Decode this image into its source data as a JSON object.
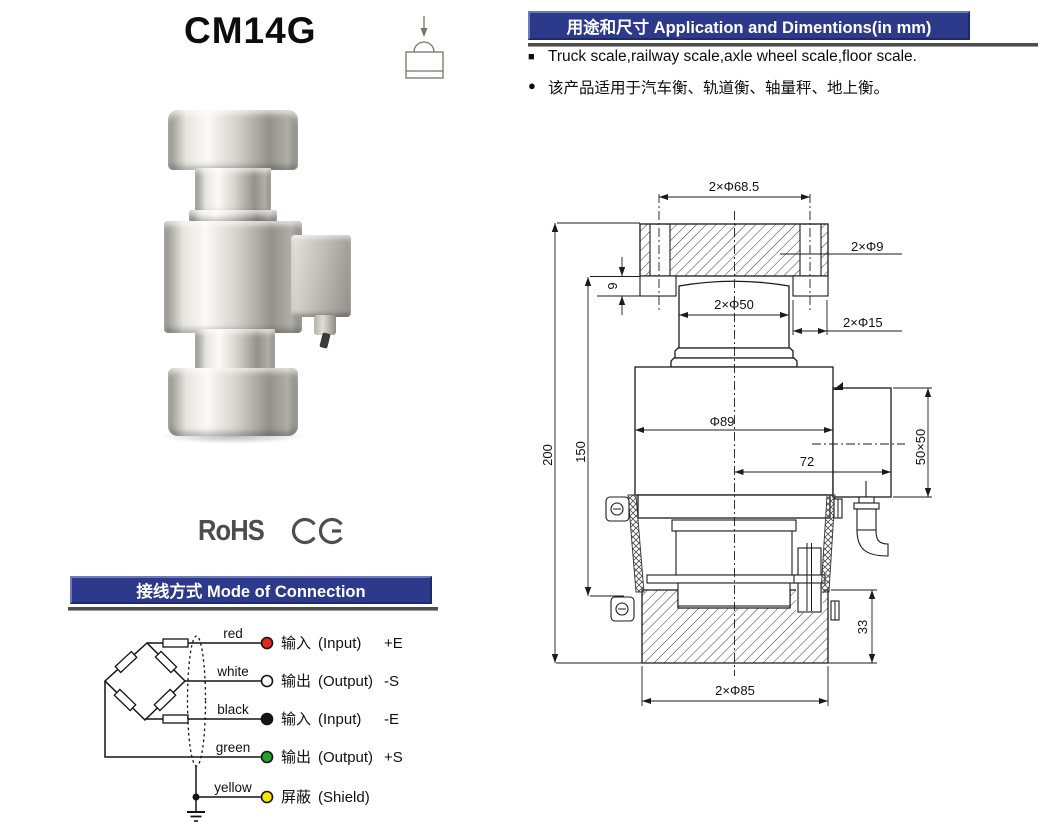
{
  "product": {
    "model": "CM14G"
  },
  "application": {
    "banner": "用途和尺寸 Application and Dimentions(in mm)",
    "bullet1": "Truck scale,railway scale,axle wheel scale,floor scale.",
    "bullet2": "该产品适用于汽车衡、轨道衡、轴量秤、地上衡。"
  },
  "certifications": {
    "rohs": "RoHS",
    "ce": "CE"
  },
  "connection": {
    "banner": "接线方式 Mode of Connection",
    "wires": [
      {
        "color_name": "red",
        "hex": "#e02a20",
        "label_cn": "输入",
        "label_en": "(Input)",
        "signal": "+E"
      },
      {
        "color_name": "white",
        "hex": "#ffffff",
        "label_cn": "输出",
        "label_en": "(Output)",
        "signal": "-S"
      },
      {
        "color_name": "black",
        "hex": "#141414",
        "label_cn": "输入",
        "label_en": "(Input)",
        "signal": "-E"
      },
      {
        "color_name": "green",
        "hex": "#1fa32a",
        "label_cn": "输出",
        "label_en": "(Output)",
        "signal": "+S"
      },
      {
        "color_name": "yellow",
        "hex": "#f6e800",
        "label_cn": "屏蔽",
        "label_en": "(Shield)",
        "signal": ""
      }
    ]
  },
  "drawing": {
    "dims": {
      "bolt_circle": "2×Φ68.5",
      "bolt_hole": "2×Φ9",
      "load_button": "2×Φ50",
      "boss": "2×Φ15",
      "body_dia": "Φ89",
      "box_offset": "72",
      "box_size": "50×50",
      "total_height": "200",
      "mid_height": "150",
      "plate_lip": "9",
      "base_height": "33",
      "base_dia": "2×Φ85"
    }
  },
  "colors": {
    "banner_blue": "#2d3a8c",
    "rule_gray": "#4d4d4d"
  }
}
